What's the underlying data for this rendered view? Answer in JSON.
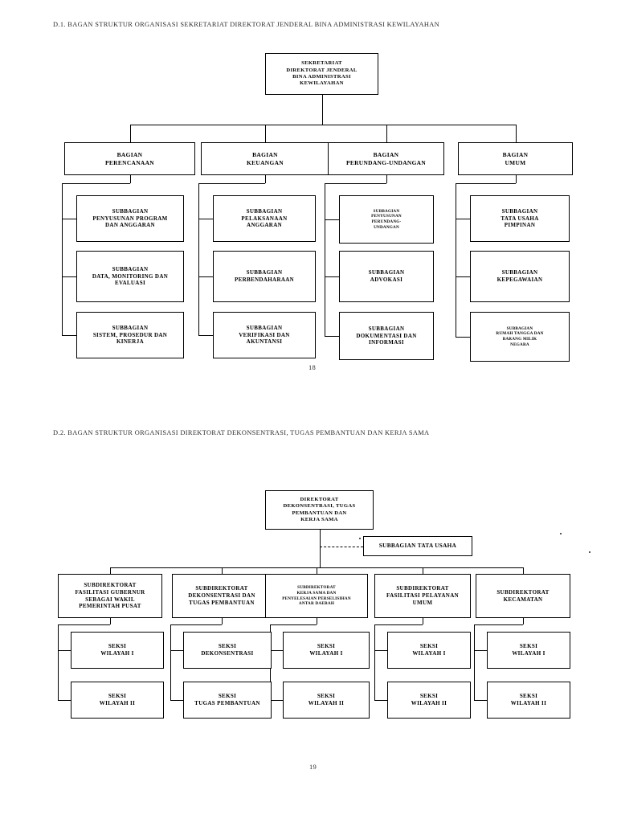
{
  "document": {
    "charts": [
      {
        "id": "d1",
        "title": "D.1. BAGAN STRUKTUR ORGANISASI SEKRETARIAT DIREKTORAT JENDERAL BINA ADMINISTRASI KEWILAYAHAN",
        "page_number": "18",
        "root": {
          "lines": [
            "SEKRETARIAT",
            "DIREKTORAT JENDERAL",
            "BINA ADMINISTRASI",
            "KEWILAYAHAN"
          ]
        },
        "departments": [
          {
            "lines": [
              "BAGIAN",
              "PERENCANAAN"
            ],
            "subsections": [
              {
                "lines": [
                  "SUBBAGIAN",
                  "PENYUSUNAN PROGRAM",
                  "DAN ANGGARAN"
                ]
              },
              {
                "lines": [
                  "SUBBAGIAN",
                  "DATA, MONITORING DAN",
                  "EVALUASI"
                ]
              },
              {
                "lines": [
                  "SUBBAGIAN",
                  "SISTEM, PROSEDUR DAN",
                  "KINERJA"
                ]
              }
            ]
          },
          {
            "lines": [
              "BAGIAN",
              "KEUANGAN"
            ],
            "subsections": [
              {
                "lines": [
                  "SUBBAGIAN",
                  "PELAKSANAAN",
                  "ANGGARAN"
                ]
              },
              {
                "lines": [
                  "SUBBAGIAN",
                  "PERBENDAHARAAN"
                ]
              },
              {
                "lines": [
                  "SUBBAGIAN",
                  "VERIFIKASI DAN",
                  "AKUNTANSI"
                ]
              }
            ]
          },
          {
            "lines": [
              "BAGIAN",
              "PERUNDANG-UNDANGAN"
            ],
            "subsections": [
              {
                "lines": [
                  "SUBBAGIAN",
                  "PENYUSUNAN",
                  "PERUNDANG-",
                  "UNDANGAN"
                ]
              },
              {
                "lines": [
                  "SUBBAGIAN",
                  "ADVOKASI"
                ]
              },
              {
                "lines": [
                  "SUBBAGIAN",
                  "DOKUMENTASI DAN",
                  "INFORMASI"
                ]
              }
            ]
          },
          {
            "lines": [
              "BAGIAN",
              "UMUM"
            ],
            "subsections": [
              {
                "lines": [
                  "SUBBAGIAN",
                  "TATA USAHA",
                  "PIMPINAN"
                ]
              },
              {
                "lines": [
                  "SUBBAGIAN",
                  "KEPEGAWAIAN"
                ]
              },
              {
                "lines": [
                  "SUBBAGIAN",
                  "RUMAH TANGGA DAN",
                  "BARANG MILIK",
                  "NEGARA"
                ]
              }
            ]
          }
        ]
      },
      {
        "id": "d2",
        "title": "D.2. BAGAN STRUKTUR ORGANISASI DIREKTORAT DEKONSENTRASI, TUGAS PEMBANTUAN DAN KERJA SAMA",
        "page_number": "19",
        "root": {
          "lines": [
            "DIREKTORAT",
            "DEKONSENTRASI, TUGAS",
            "PEMBANTUAN DAN",
            "KERJA SAMA"
          ]
        },
        "staff_unit": {
          "lines": [
            "SUBBAGIAN TATA USAHA"
          ]
        },
        "subdirectorates": [
          {
            "lines": [
              "SUBDIREKTORAT",
              "FASILITASI GUBERNUR",
              "SEBAGAI WAKIL",
              "PEMERINTAH PUSAT"
            ],
            "sections": [
              {
                "lines": [
                  "SEKSI",
                  "WILAYAH I"
                ]
              },
              {
                "lines": [
                  "SEKSI",
                  "WILAYAH II"
                ]
              }
            ]
          },
          {
            "lines": [
              "SUBDIREKTORAT",
              "DEKONSENTRASI DAN",
              "TUGAS PEMBANTUAN"
            ],
            "sections": [
              {
                "lines": [
                  "SEKSI",
                  "DEKONSENTRASI"
                ]
              },
              {
                "lines": [
                  "SEKSI",
                  "TUGAS PEMBANTUAN"
                ]
              }
            ]
          },
          {
            "lines": [
              "SUBDIREKTORAT",
              "KERJA SAMA DAN",
              "PENYELESAIAN PERSELISIHAN",
              "ANTAR DAERAH"
            ],
            "small_text": true,
            "sections": [
              {
                "lines": [
                  "SEKSI",
                  "WILAYAH I"
                ]
              },
              {
                "lines": [
                  "SEKSI",
                  "WILAYAH II"
                ]
              }
            ]
          },
          {
            "lines": [
              "SUBDIREKTORAT",
              "FASILITASI PELAYANAN",
              "UMUM"
            ],
            "sections": [
              {
                "lines": [
                  "SEKSI",
                  "WILAYAH I"
                ]
              },
              {
                "lines": [
                  "SEKSI",
                  "WILAYAH II"
                ]
              }
            ]
          },
          {
            "lines": [
              "SUBDIREKTORAT",
              "KECAMATAN"
            ],
            "sections": [
              {
                "lines": [
                  "SEKSI",
                  "WILAYAH I"
                ]
              },
              {
                "lines": [
                  "SEKSI",
                  "WILAYAH II"
                ]
              }
            ]
          }
        ]
      }
    ]
  }
}
